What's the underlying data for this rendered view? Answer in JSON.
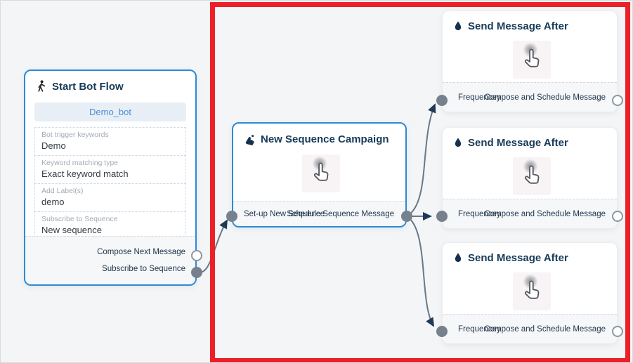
{
  "flow": {
    "start_node": {
      "title": "Start Bot Flow",
      "bot_button": "Demo_bot",
      "fields": [
        {
          "label": "Bot trigger keywords",
          "value": "Demo"
        },
        {
          "label": "Keyword matching type",
          "value": "Exact keyword match"
        },
        {
          "label": "Add Label(s)",
          "value": "demo"
        },
        {
          "label": "Subscribe to Sequence",
          "value": "New sequence"
        }
      ],
      "outputs": [
        {
          "label": "Compose Next Message"
        },
        {
          "label": "Subscribe to Sequence"
        }
      ]
    },
    "sequence_node": {
      "title": "New Sequence Campaign",
      "left_port_label": "Set-up New Sequence",
      "right_port_label": "Schedule Sequence Message"
    },
    "message_nodes": [
      {
        "title": "Send Message After",
        "input_label": "Frequencey",
        "output_label": "Compose and Schedule Message"
      },
      {
        "title": "Send Message After",
        "input_label": "Frequencey",
        "output_label": "Compose and Schedule Message"
      },
      {
        "title": "Send Message After",
        "input_label": "Frequencey",
        "output_label": "Compose and Schedule Message"
      }
    ],
    "icons": {
      "start": "walking-person-icon",
      "sequence": "ink-campaign-icon",
      "message": "water-drop-icon",
      "body": "hand-cursor-icon"
    },
    "colors": {
      "highlight_red": "#ec2027",
      "node_border_blue": "#2a8ad8",
      "header_navy": "#173a57",
      "connector_gray": "#67788a",
      "arrow_navy": "#1e3a56"
    }
  }
}
